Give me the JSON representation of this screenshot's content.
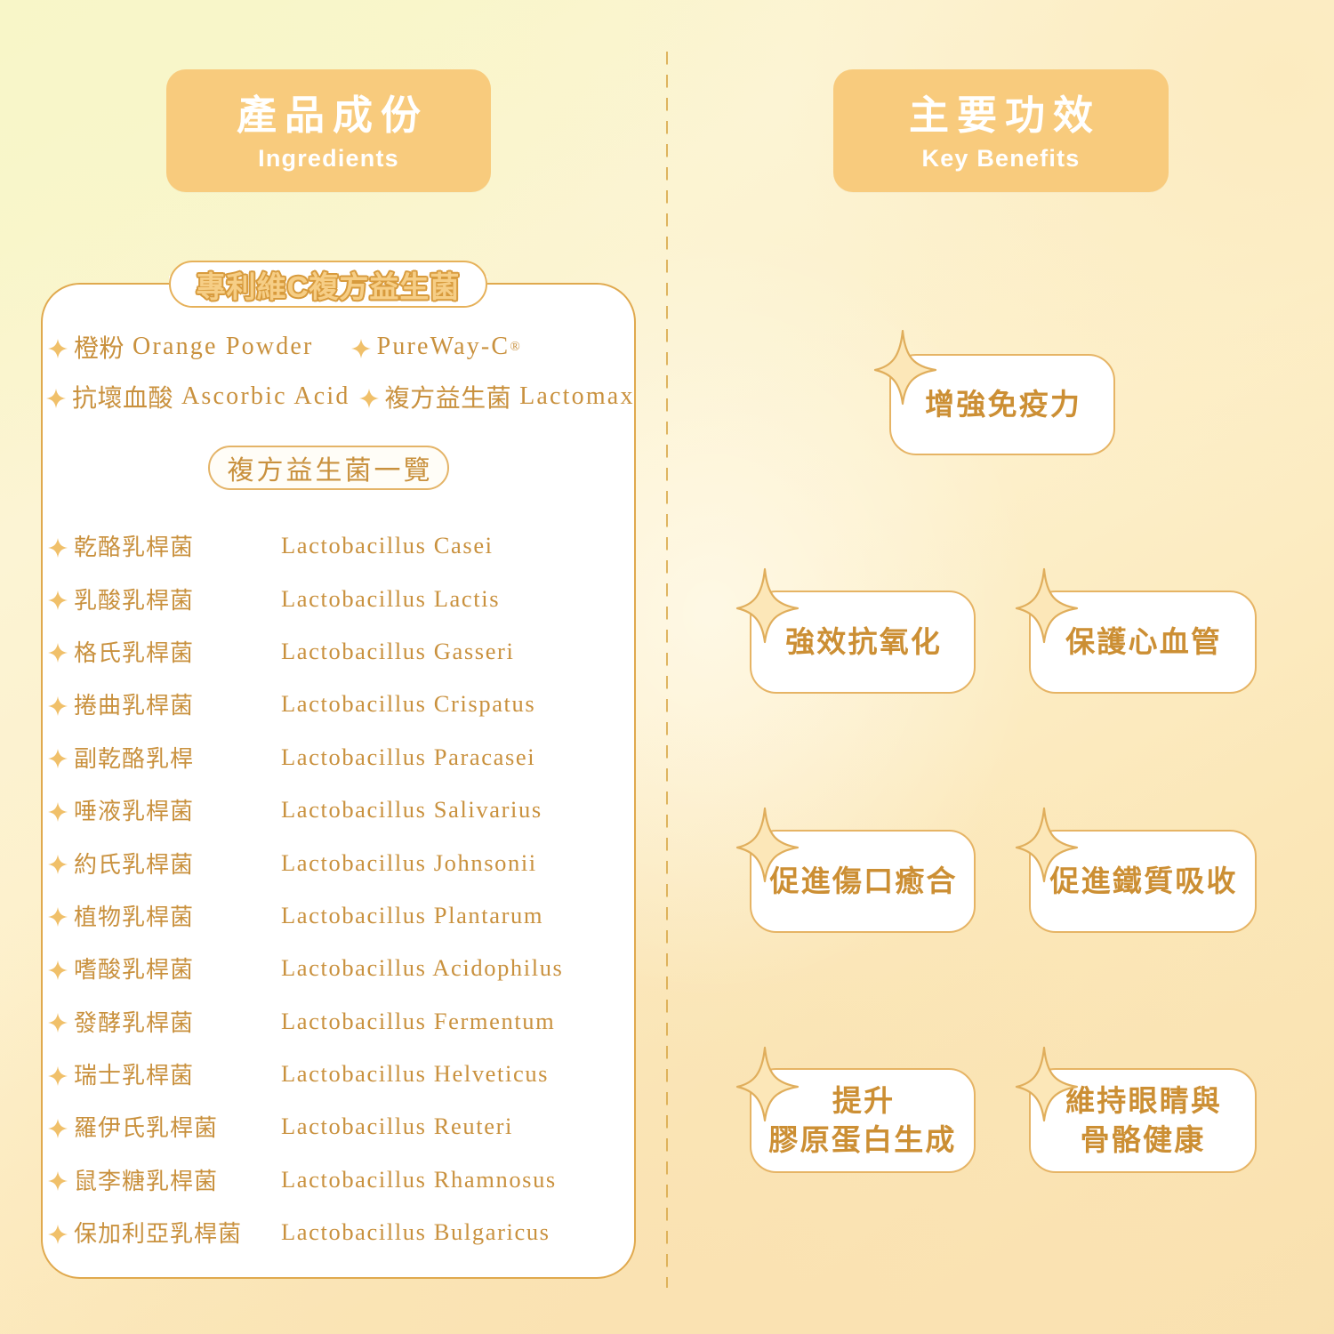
{
  "colors": {
    "accent": "#C9913E",
    "accent_dark": "#CC8F34",
    "pill_bg": "#F8CB7D",
    "card_border": "#E6B465",
    "badge_stroke": "#D89B3D",
    "badge_fill": "#F6CE86",
    "card_bg": "#FFFFFF",
    "divider": "#D9A94A"
  },
  "headers": {
    "ingredients": {
      "zh": "產品成份",
      "en": "Ingredients"
    },
    "benefits": {
      "zh": "主要功效",
      "en": "Key Benefits"
    }
  },
  "ingredients_card": {
    "badge": "專利維C複方益生菌",
    "top_items": [
      {
        "zh": "橙粉",
        "en": "Orange Powder"
      },
      {
        "zh": "",
        "en": "PureWay-C",
        "sup": "®"
      },
      {
        "zh": "抗壞血酸",
        "en": "Ascorbic Acid"
      },
      {
        "zh": "複方益生菌",
        "en": "Lactomax"
      }
    ],
    "sub_badge": "複方益生菌一覽",
    "probiotics": [
      {
        "zh": "乾酪乳桿菌",
        "en": "Lactobacillus Casei"
      },
      {
        "zh": "乳酸乳桿菌",
        "en": "Lactobacillus Lactis"
      },
      {
        "zh": "格氏乳桿菌",
        "en": "Lactobacillus Gasseri"
      },
      {
        "zh": "捲曲乳桿菌",
        "en": "Lactobacillus Crispatus"
      },
      {
        "zh": "副乾酪乳桿",
        "en": "Lactobacillus Paracasei"
      },
      {
        "zh": "唾液乳桿菌",
        "en": "Lactobacillus Salivarius"
      },
      {
        "zh": "約氏乳桿菌",
        "en": "Lactobacillus Johnsonii"
      },
      {
        "zh": "植物乳桿菌",
        "en": "Lactobacillus Plantarum"
      },
      {
        "zh": "嗜酸乳桿菌",
        "en": "Lactobacillus Acidophilus"
      },
      {
        "zh": "發酵乳桿菌",
        "en": "Lactobacillus Fermentum"
      },
      {
        "zh": "瑞士乳桿菌",
        "en": "Lactobacillus Helveticus"
      },
      {
        "zh": "羅伊氏乳桿菌",
        "en": "Lactobacillus Reuteri"
      },
      {
        "zh": "鼠李糖乳桿菌",
        "en": "Lactobacillus Rhamnosus"
      },
      {
        "zh": "保加利亞乳桿菌",
        "en": "Lactobacillus Bulgaricus"
      }
    ]
  },
  "benefits": [
    {
      "label": "增強免疫力"
    },
    {
      "label": "強效抗氧化"
    },
    {
      "label": "保護心血管"
    },
    {
      "label": "促進傷口癒合"
    },
    {
      "label": "促進鐵質吸收"
    },
    {
      "label": "提升\n膠原蛋白生成"
    },
    {
      "label": "維持眼睛與\n骨骼健康"
    }
  ],
  "icons": {
    "bullet": "sparkle-icon",
    "card_accent": "sparkle-outline-icon"
  }
}
